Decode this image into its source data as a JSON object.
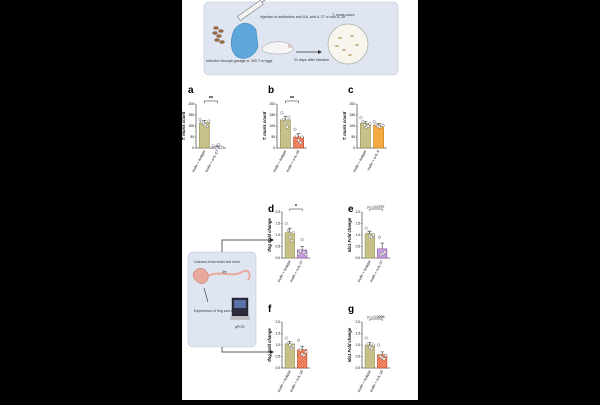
{
  "colors": {
    "isotype": "#c7c089",
    "isotype_stroke": "#8c8646",
    "anti_il27": "#c89be0",
    "anti_il27_stroke": "#7a4a9a",
    "anti_il18": "#e8643a",
    "anti_il18_stroke": "#b13c17",
    "anti_il6": "#f5a941",
    "anti_il6_stroke": "#b77417",
    "schematic_bg": "#dfe6f2",
    "arrow": "#222222"
  },
  "top_schematic": {
    "infection_text": "Infection through gavage w. 300 T.m eggs",
    "injection_text": "Injection of antibodies anti-IL6, anti-IL 27 or anti-IL-18",
    "timing_text": "21 days after infection",
    "result_text": "T. muris count"
  },
  "left_schematic": {
    "caecum_text": "Caecum from inulin-fed mice",
    "expression_text": "Expression of Ifng and Ido-1",
    "machine_label": "qPCR"
  },
  "figure": {
    "panels": [
      {
        "letter": "a",
        "ylabel": "T. muris count",
        "ylabel_italic_part": "T. muris",
        "yticks": [
          "0",
          "50",
          "100",
          "150",
          "200"
        ],
        "xlabels": [
          "Inulin + Isotype",
          "Inulin + α-IL-27"
        ],
        "significance": "**",
        "pvalue": ""
      },
      {
        "letter": "b",
        "ylabel": "T. muris count",
        "ylabel_italic_part": "T. muris",
        "yticks": [
          "0",
          "50",
          "100",
          "150",
          "200"
        ],
        "xlabels": [
          "Inulin + Isotype",
          "Inulin + α-IL-18"
        ],
        "significance": "**",
        "pvalue": ""
      },
      {
        "letter": "c",
        "ylabel": "T. muris count",
        "ylabel_italic_part": "T. muris",
        "yticks": [
          "0",
          "50",
          "100",
          "150",
          "200"
        ],
        "xlabels": [
          "Inulin + Isotype",
          "Inulin + α-IL-6"
        ],
        "significance": "",
        "pvalue": ""
      },
      {
        "letter": "d",
        "ylabel": "Ifng Fold change",
        "ylabel_italic_part": "Ifng",
        "yticks": [
          "0.0",
          "0.5",
          "1.0",
          "1.5",
          "2.0"
        ],
        "xlabels": [
          "Inulin + Isotype",
          "Inulin + α-IL-27"
        ],
        "significance": "*",
        "pvalue": ""
      },
      {
        "letter": "e",
        "ylabel": "Ido1 Fold change",
        "ylabel_italic_part": "Ido1",
        "yticks": [
          "0.0",
          "0.5",
          "1.0",
          "1.5",
          "2.0"
        ],
        "xlabels": [
          "Inulin + Isotype",
          "Inulin + α-IL-27"
        ],
        "significance": "",
        "pvalue": "p = 0.0797"
      },
      {
        "letter": "f",
        "ylabel": "Ifng Fold change",
        "ylabel_italic_part": "Ifng",
        "yticks": [
          "0.0",
          "0.5",
          "1.0",
          "1.5",
          "2.0"
        ],
        "xlabels": [
          "Inulin + Isotype",
          "Inulin + α-IL-18"
        ],
        "significance": "",
        "pvalue": ""
      },
      {
        "letter": "g",
        "ylabel": "Ido1 Fold change",
        "ylabel_italic_part": "Ido1",
        "yticks": [
          "0.0",
          "0.5",
          "1.0",
          "1.5",
          "2.0"
        ],
        "xlabels": [
          "Inulin + Isotype",
          "Inulin + α-IL-18"
        ],
        "significance": "",
        "pvalue": "p = 0.0656"
      }
    ]
  },
  "chart_data": [
    {
      "type": "bar",
      "panel": "a",
      "ylim": [
        0,
        200
      ],
      "categories": [
        "Inulin + Isotype",
        "Inulin + α-IL-27"
      ],
      "values": [
        115,
        8
      ],
      "errors": [
        10,
        5
      ],
      "points": [
        [
          130,
          118,
          112,
          105,
          98,
          122
        ],
        [
          10,
          2,
          0,
          15,
          5,
          3
        ]
      ]
    },
    {
      "type": "bar",
      "panel": "b",
      "ylim": [
        0,
        200
      ],
      "categories": [
        "Inulin + Isotype",
        "Inulin + α-IL-18"
      ],
      "values": [
        128,
        50
      ],
      "errors": [
        15,
        15
      ],
      "points": [
        [
          160,
          130,
          115,
          95,
          140
        ],
        [
          85,
          55,
          35,
          25,
          50
        ]
      ]
    },
    {
      "type": "bar",
      "panel": "c",
      "ylim": [
        0,
        200
      ],
      "categories": [
        "Inulin + Isotype",
        "Inulin + α-IL-6"
      ],
      "values": [
        112,
        105
      ],
      "errors": [
        8,
        6
      ],
      "points": [
        [
          138,
          120,
          105,
          95,
          100,
          110
        ],
        [
          120,
          108,
          100,
          95,
          105,
          102
        ]
      ]
    },
    {
      "type": "bar",
      "panel": "d",
      "ylim": [
        0,
        2
      ],
      "categories": [
        "Inulin + Isotype",
        "Inulin + α-IL-27"
      ],
      "values": [
        1.1,
        0.35
      ],
      "errors": [
        0.2,
        0.15
      ],
      "points": [
        [
          1.5,
          1.2,
          0.9,
          0.75,
          1.1
        ],
        [
          0.2,
          0.3,
          0.8,
          0.25,
          0.15
        ]
      ]
    },
    {
      "type": "bar",
      "panel": "e",
      "ylim": [
        0,
        2
      ],
      "categories": [
        "Inulin + Isotype",
        "Inulin + α-IL-27"
      ],
      "values": [
        1.05,
        0.4
      ],
      "errors": [
        0.12,
        0.25
      ],
      "points": [
        [
          1.3,
          1.1,
          0.95,
          0.9,
          1.0
        ],
        [
          0.9,
          0.15,
          0.2,
          0.25
        ]
      ]
    },
    {
      "type": "bar",
      "panel": "f",
      "ylim": [
        0,
        2
      ],
      "categories": [
        "Inulin + Isotype",
        "Inulin + α-IL-18"
      ],
      "values": [
        1.05,
        0.8
      ],
      "errors": [
        0.1,
        0.15
      ],
      "points": [
        [
          1.3,
          1.1,
          1.0,
          0.85,
          0.95
        ],
        [
          1.2,
          0.8,
          0.6,
          0.55,
          0.7
        ]
      ]
    },
    {
      "type": "bar",
      "panel": "g",
      "ylim": [
        0,
        2
      ],
      "categories": [
        "Inulin + Isotype",
        "Inulin + α-IL-18"
      ],
      "values": [
        1.0,
        0.58
      ],
      "errors": [
        0.1,
        0.12
      ],
      "points": [
        [
          1.3,
          1.05,
          0.9,
          0.85,
          1.0
        ],
        [
          1.0,
          0.5,
          0.45,
          0.4,
          0.55
        ]
      ]
    }
  ]
}
